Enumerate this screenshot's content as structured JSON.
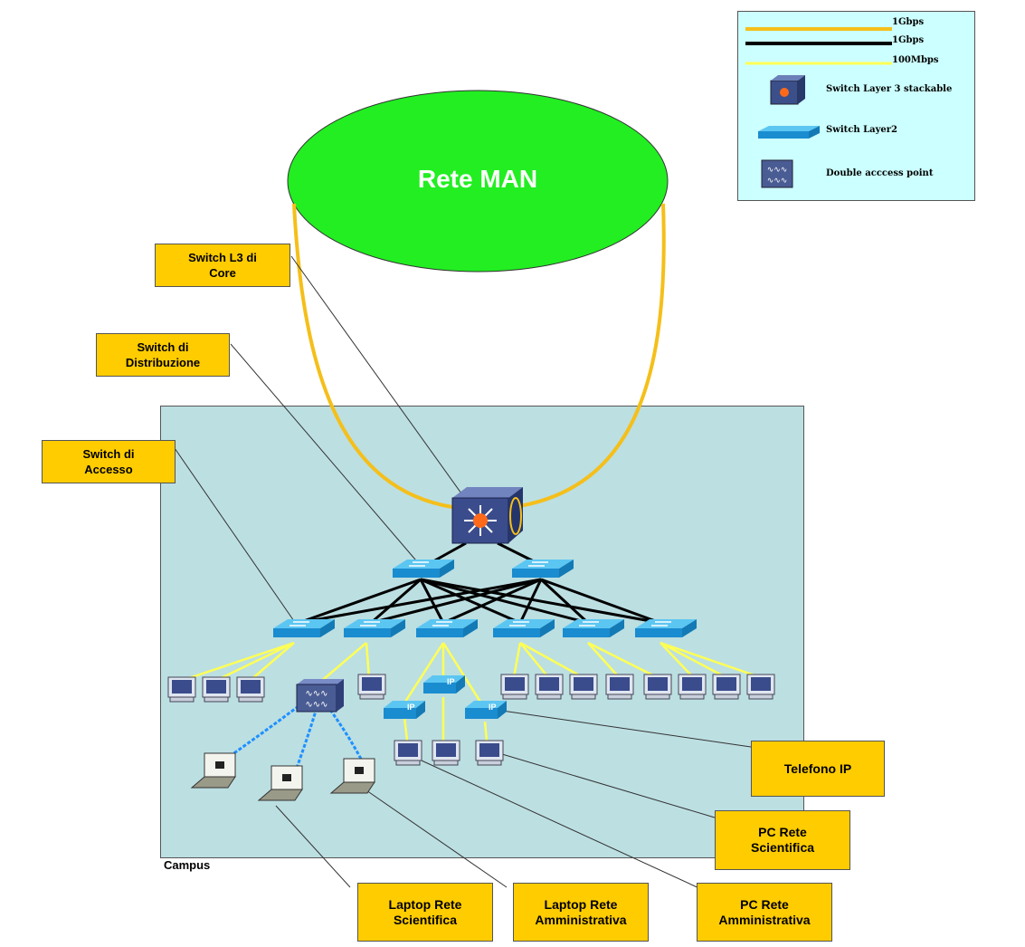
{
  "cloud": {
    "label": "Rete MAN",
    "color": "#22ee22"
  },
  "campus": {
    "label": "Campus",
    "color": "#bcdfe2"
  },
  "labels": {
    "core": "Switch  L3 di\nCore",
    "distribution": "Switch di\nDistribuzione",
    "access": "Switch di\nAccesso",
    "telefono_ip": "Telefono IP",
    "pc_scientifica": "PC Rete\nScientifica",
    "pc_amministrativa": "PC Rete\nAmministrativa",
    "laptop_scientifica": "Laptop Rete\nScientifica",
    "laptop_amministrativa": "Laptop Rete\nAmministrativa"
  },
  "legend": {
    "items": [
      {
        "line": "orange",
        "text": "1Gbps"
      },
      {
        "line": "black",
        "text": "1Gbps"
      },
      {
        "line": "yellow",
        "text": "100Mbps"
      },
      {
        "icon": "switch-l3-icon",
        "text": "Switch Layer 3 stackable"
      },
      {
        "icon": "switch-l2-icon",
        "text": "Switch Layer2"
      },
      {
        "icon": "access-point-icon",
        "text": "Double acccess  point"
      }
    ]
  },
  "phone_text": "IP",
  "colors": {
    "label_fill": "#ffcc00",
    "legend_fill": "#ccffff",
    "gbps_orange": "#f5bf1a",
    "gbps_black": "#000000",
    "mbps_yellow": "#ffff55"
  }
}
